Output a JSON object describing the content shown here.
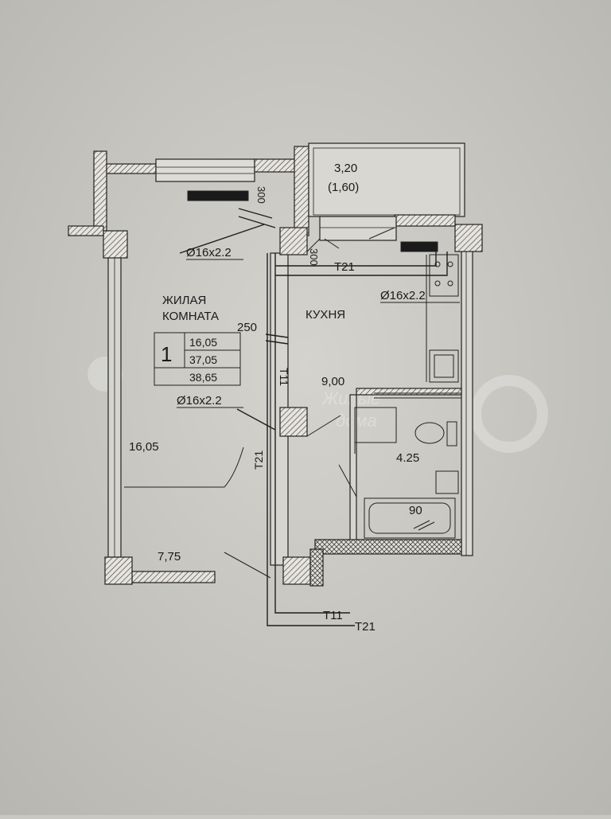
{
  "plan": {
    "balcony": {
      "area": "3,20",
      "area_reduced": "(1,60)"
    },
    "living_room": {
      "name_line1": "ЖИЛАЯ",
      "name_line2": "КОМНАТА",
      "area": "16,05"
    },
    "kitchen": {
      "name": "КУХНЯ",
      "area": "9,00"
    },
    "bathroom": {
      "area": "4.25",
      "tub_width": "90"
    },
    "hall": {
      "area": "7,75"
    },
    "summary": {
      "rooms": "1",
      "living_area": "16,05",
      "total_area": "37,05",
      "total_with_balcony": "38,65"
    },
    "pipes": {
      "pipe_label_1": "Ø16x2.2",
      "pipe_label_2": "Ø16x2.2",
      "pipe_label_3": "Ø16x2.2",
      "riser_t11_a": "T11",
      "riser_t21_a": "T21",
      "riser_t21_b": "T21",
      "riser_t11_b": "T11",
      "riser_t21_c": "T21"
    },
    "dims": {
      "d300_a": "300",
      "d300_b": "300",
      "d250": "250"
    },
    "watermark": {
      "line1": "Жилые",
      "line2": "дома"
    }
  }
}
